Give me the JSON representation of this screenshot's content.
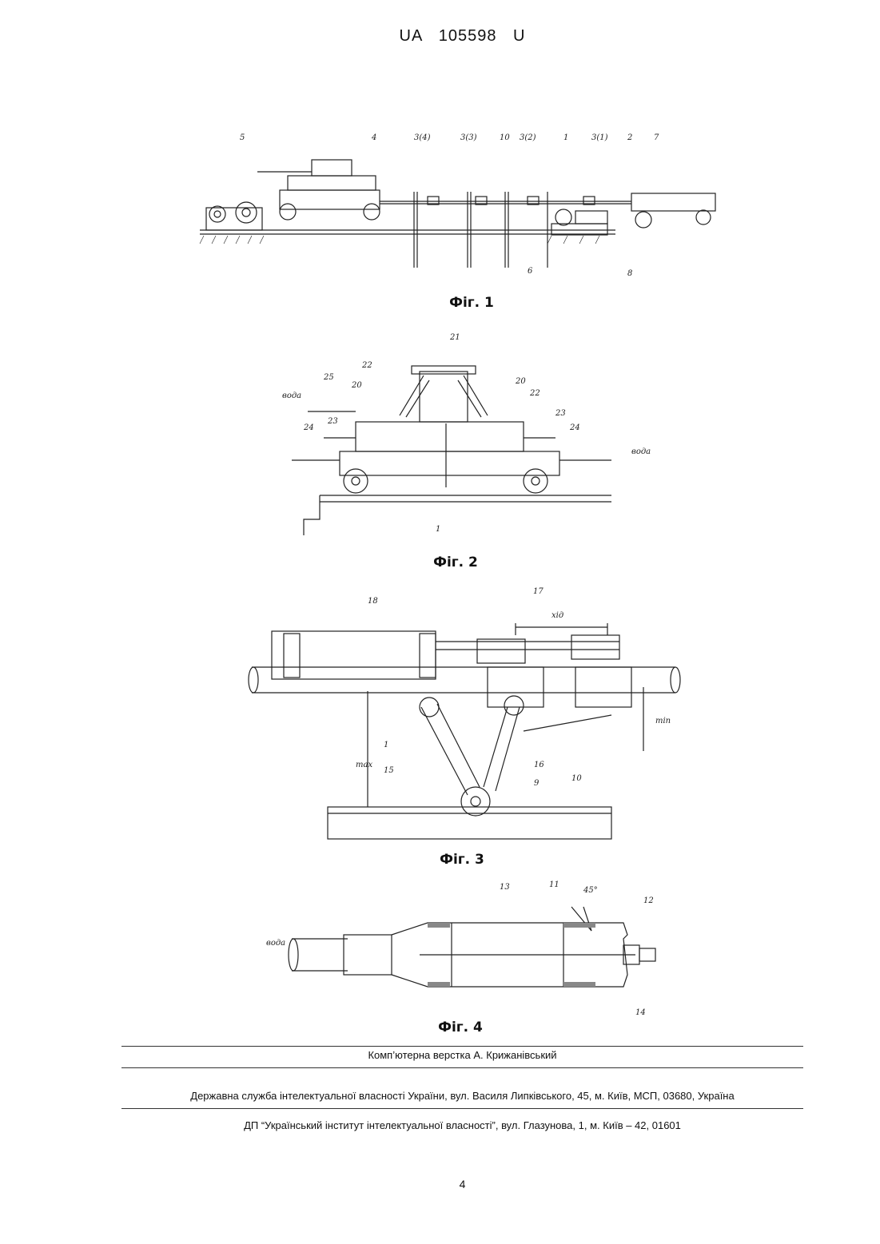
{
  "header": {
    "doc_id": "UA   105598   U"
  },
  "figures": [
    {
      "caption": "Фіг. 1",
      "labels": [
        "5",
        "4",
        "3(4)",
        "3(3)",
        "10",
        "3(2)",
        "1",
        "3(1)",
        "2",
        "7",
        "6",
        "8"
      ]
    },
    {
      "caption": "Фіг. 2",
      "labels": [
        "21",
        "22",
        "20",
        "25",
        "20",
        "22",
        "23",
        "24",
        "23",
        "24",
        "вода",
        "вода",
        "1"
      ]
    },
    {
      "caption": "Фіг. 3",
      "labels": [
        "18",
        "17",
        "хід",
        "1",
        "min",
        "max",
        "15",
        "16",
        "9",
        "10"
      ]
    },
    {
      "caption": "Фіг. 4",
      "labels": [
        "13",
        "11",
        "45°",
        "12",
        "вода",
        "14"
      ]
    }
  ],
  "footer": {
    "layout_by": "Комп’ютерна верстка А. Крижанівський",
    "agency": "Державна служба інтелектуальної власності України, вул. Василя Липківського, 45, м. Київ, МСП, 03680, Україна",
    "institute": "ДП “Український інститут інтелектуальної власності”, вул. Глазунова, 1, м. Київ – 42, 01601"
  },
  "page_number": "4"
}
